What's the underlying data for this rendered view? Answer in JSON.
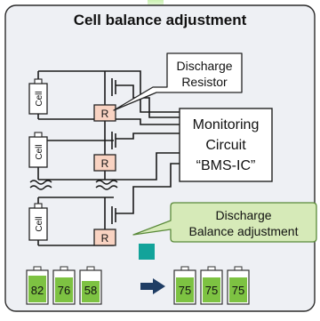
{
  "title": "Cell balance adjustment",
  "cell_label": "Cell",
  "resistor_label": "R",
  "callouts": {
    "discharge_resistor": [
      "Discharge",
      "Resistor"
    ],
    "monitoring": [
      "Monitoring",
      "Circuit",
      "“BMS-IC”"
    ],
    "balance": [
      "Discharge",
      "Balance adjustment"
    ]
  },
  "batteries_before": [
    "82",
    "76",
    "58"
  ],
  "batteries_after": [
    "75",
    "75",
    "75"
  ],
  "colors": {
    "panel_bg": "#eef0f4",
    "resistor_fill": "#f9d3c2",
    "battery_green": "#7dc242",
    "arrow_blue": "#1f3d64",
    "balance_callout": "#d6eab8",
    "teal": "#12a39a"
  }
}
